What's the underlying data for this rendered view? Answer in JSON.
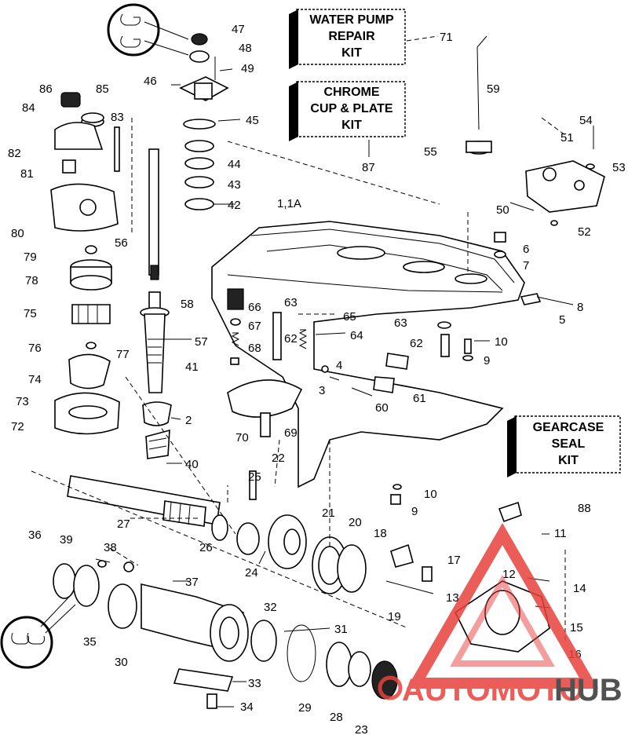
{
  "kits": {
    "water_pump": [
      "WATER PUMP",
      "REPAIR",
      "KIT"
    ],
    "chrome_cup": [
      "CHROME",
      "CUP & PLATE",
      "KIT"
    ],
    "gearcase_seal": [
      "GEARCASE",
      "SEAL",
      "KIT"
    ]
  },
  "part_numbers": {
    "p1_1a": "1,1A",
    "p2": "2",
    "p3": "3",
    "p4": "4",
    "p5": "5",
    "p6": "6",
    "p7": "7",
    "p8": "8",
    "p9a": "9",
    "p9b": "9",
    "p10a": "10",
    "p10b": "10",
    "p11": "11",
    "p12": "12",
    "p13": "13",
    "p14": "14",
    "p15": "15",
    "p16": "16",
    "p17": "17",
    "p18": "18",
    "p19": "19",
    "p20": "20",
    "p21": "21",
    "p22": "22",
    "p23": "23",
    "p24": "24",
    "p25": "25",
    "p26": "26",
    "p27": "27",
    "p28": "28",
    "p29": "29",
    "p30": "30",
    "p31": "31",
    "p32": "32",
    "p33": "33",
    "p34": "34",
    "p35": "35",
    "p36": "36",
    "p37": "37",
    "p38": "38",
    "p39": "39",
    "p40": "40",
    "p41": "41",
    "p42": "42",
    "p43": "43",
    "p44": "44",
    "p45": "45",
    "p46": "46",
    "p47": "47",
    "p48": "48",
    "p49": "49",
    "p50": "50",
    "p51": "51",
    "p52": "52",
    "p53": "53",
    "p54": "54",
    "p55": "55",
    "p56": "56",
    "p57": "57",
    "p58": "58",
    "p59": "59",
    "p60": "60",
    "p61": "61",
    "p62a": "62",
    "p62b": "62",
    "p63a": "63",
    "p63b": "63",
    "p64": "64",
    "p65": "65",
    "p66": "66",
    "p67": "67",
    "p68": "68",
    "p69": "69",
    "p70": "70",
    "p71": "71",
    "p72": "72",
    "p73": "73",
    "p74": "74",
    "p75": "75",
    "p76": "76",
    "p77": "77",
    "p78": "78",
    "p79": "79",
    "p80": "80",
    "p81": "81",
    "p82": "82",
    "p83": "83",
    "p84": "84",
    "p85": "85",
    "p86": "86",
    "p87": "87",
    "p88": "88"
  },
  "watermark": {
    "brand_a": "AUTOMOTO",
    "brand_b": "HUB",
    "color_a": "#e8413c",
    "color_b": "#333333"
  }
}
